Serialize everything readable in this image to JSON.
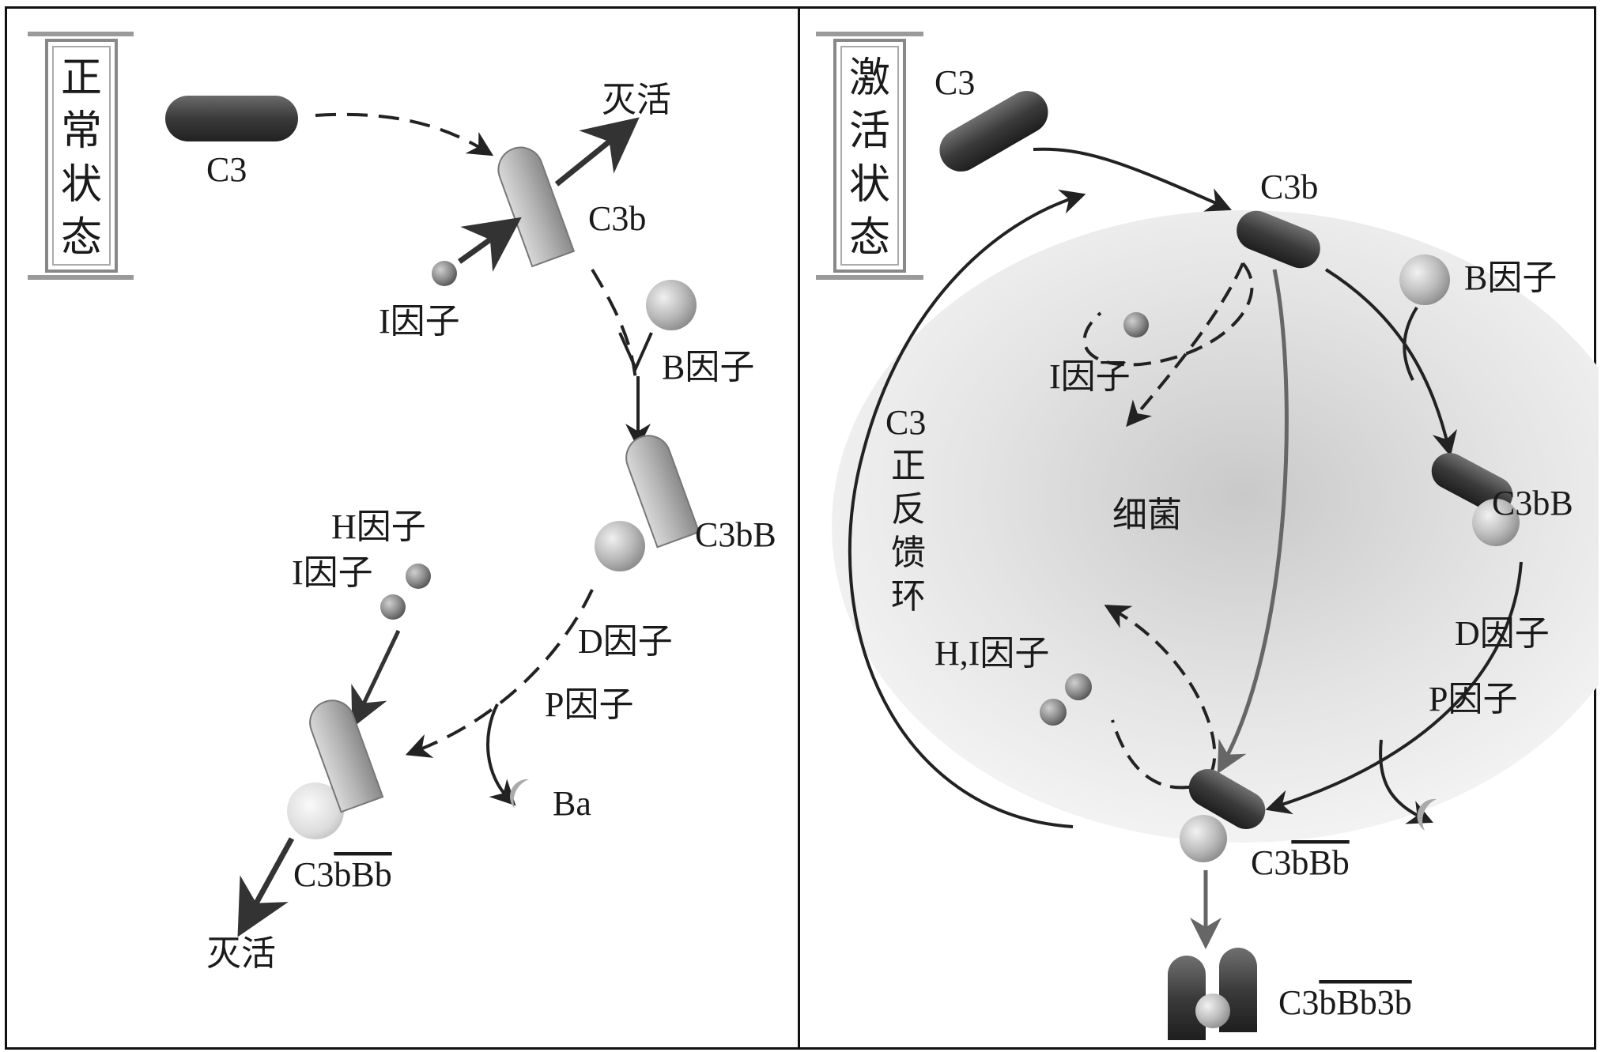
{
  "left_panel": {
    "title_chars": [
      "正",
      "常",
      "状",
      "态"
    ],
    "labels": {
      "c3": "C3",
      "inactivated_top": "灭活",
      "c3b": "C3b",
      "factor_i": "I因子",
      "factor_b": "B因子",
      "c3bb": "C3bB",
      "factor_h": "H因子",
      "factor_i2": "I因子",
      "factor_d": "D因子",
      "factor_p": "P因子",
      "ba": "Ba",
      "c3bbb_prefix": "C3",
      "c3bbb_over": "bBb",
      "inactivated_bottom": "灭活"
    }
  },
  "right_panel": {
    "title_chars": [
      "激",
      "活",
      "状",
      "态"
    ],
    "labels": {
      "c3": "C3",
      "c3b": "C3b",
      "factor_b": "B因子",
      "factor_i": "I因子",
      "loop_chars": [
        "C3",
        "正",
        "反",
        "馈",
        "环"
      ],
      "bacteria": "细菌",
      "c3bb": "C3bB",
      "factor_d": "D因子",
      "factor_p": "P因子",
      "factor_hi": "H,I因子",
      "c3bbb_prefix": "C3",
      "c3bbb_over": "bBb",
      "c3bbb3b_prefix": "C3",
      "c3bbb3b_over": "bBb3b"
    }
  }
}
